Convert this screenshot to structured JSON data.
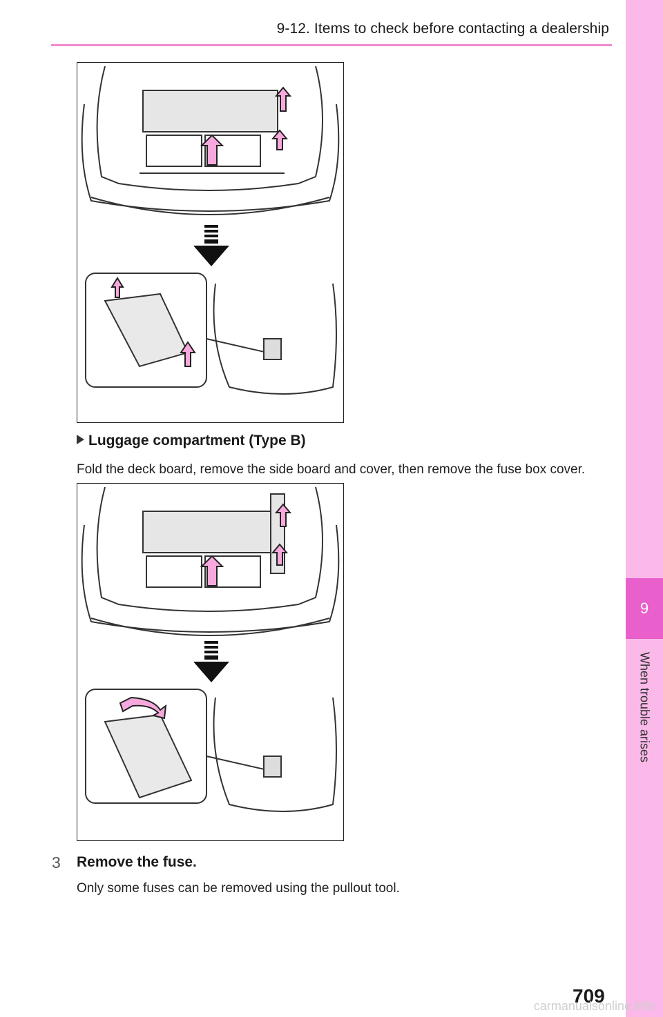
{
  "header": {
    "title": "9-12. Items to check before contacting a dealership"
  },
  "sidebar": {
    "chapter_number": "9",
    "chapter_label": "When trouble arises"
  },
  "section_b": {
    "heading": "Luggage compartment (Type B)",
    "text": "Fold the deck board, remove the side board and cover, then remove the fuse box cover."
  },
  "step3": {
    "number": "3",
    "title": "Remove the fuse.",
    "text": "Only some fuses can be removed using the pullout tool."
  },
  "footer": {
    "page_number": "709",
    "watermark": "carmanualsonline.info"
  },
  "colors": {
    "accent_pink": "#f08bd0",
    "tab_pink": "#fab9e8",
    "chapter_pink": "#e95fcb",
    "arrow_pink": "#f7a8dc"
  }
}
